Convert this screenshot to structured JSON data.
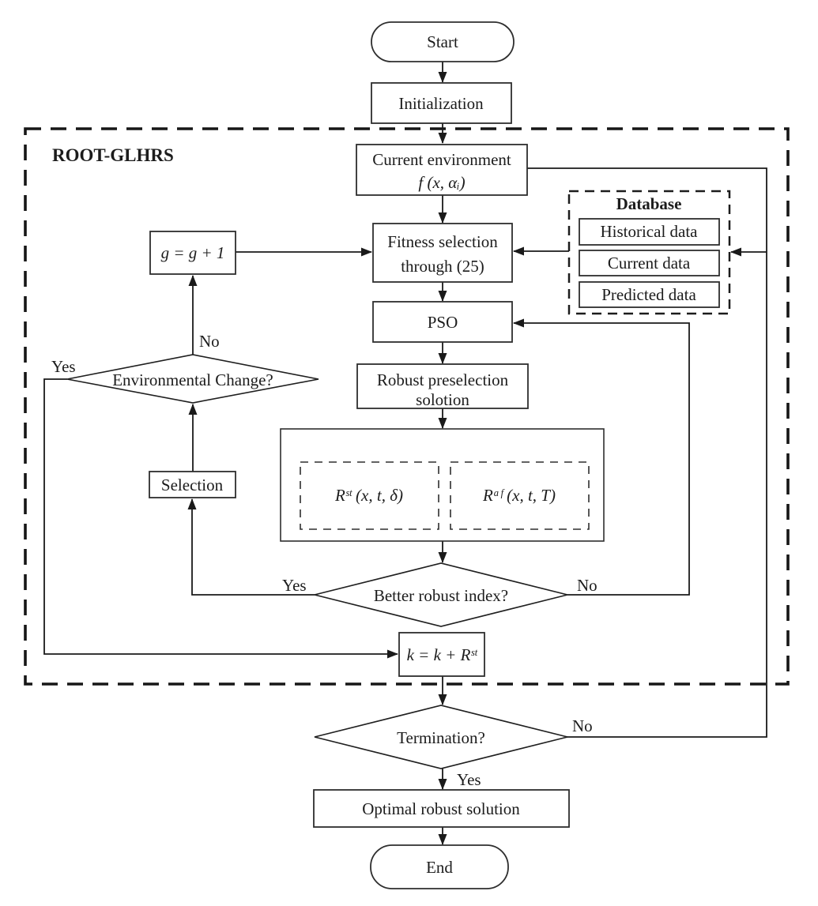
{
  "diagram": {
    "region_label": "ROOT-GLHRS",
    "nodes": {
      "start": "Start",
      "initialization": "Initialization",
      "current_env_line1": "Current environment",
      "current_env_line2": "f (x, αᵢ)",
      "fitness_line1": "Fitness selection",
      "fitness_line2": "through (25)",
      "g_update": "g = g + 1",
      "env_change": "Environmental Change?",
      "selection": "Selection",
      "pso": "PSO",
      "robust_line1": "Robust preselection",
      "robust_line2": "solotion",
      "r_st": "Rˢᵗ (x, t, δ)",
      "r_af": "Rᵃᶠ (x, t, T)",
      "better_index": "Better robust index?",
      "k_update": "k = k + Rˢᵗ",
      "termination": "Termination?",
      "optimal": "Optimal robust solution",
      "end": "End"
    },
    "database": {
      "title": "Database",
      "items": [
        "Historical data",
        "Current data",
        "Predicted data"
      ]
    },
    "branch_labels": {
      "env_change_no": "No",
      "env_change_yes": "Yes",
      "better_yes": "Yes",
      "better_no": "No",
      "termination_no": "No",
      "termination_yes": "Yes"
    },
    "colors": {
      "stroke": "#1c1c1c",
      "background": "#ffffff"
    }
  }
}
